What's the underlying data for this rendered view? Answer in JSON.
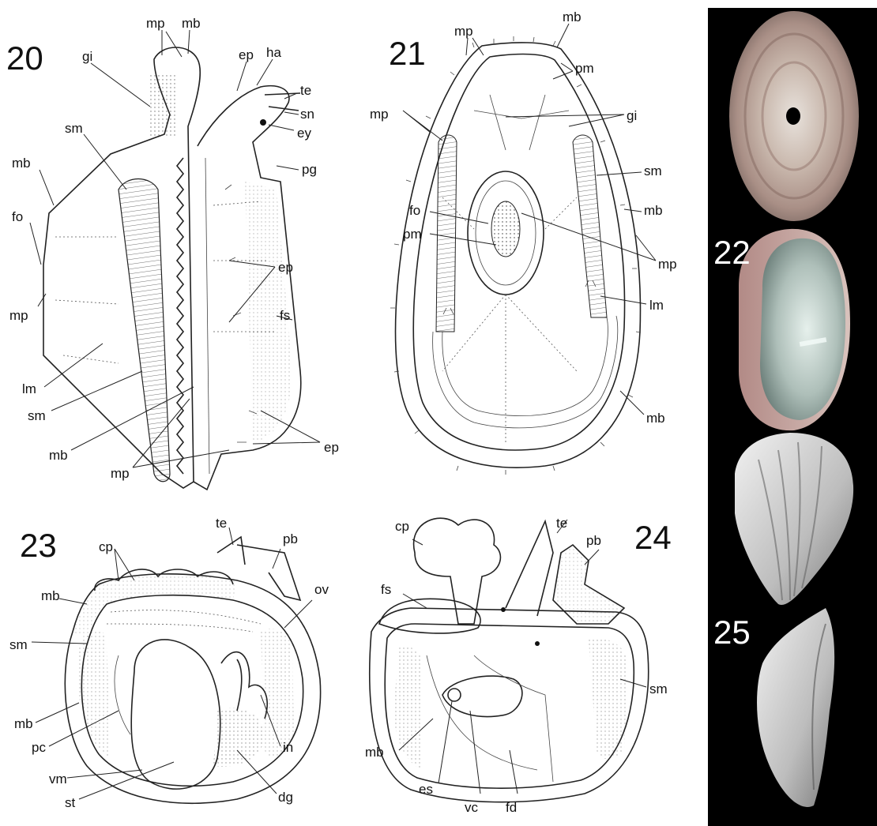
{
  "figures": {
    "fig20": {
      "number": "20",
      "labels": {
        "mp_top": "mp",
        "mb_top": "mb",
        "gi": "gi",
        "ep_top": "ep",
        "ha": "ha",
        "te": "te",
        "sn": "sn",
        "ey": "ey",
        "pg": "pg",
        "sm_upper": "sm",
        "mb_left": "mb",
        "fo": "fo",
        "ep_mid": "ep",
        "fs": "fs",
        "mp_left": "mp",
        "lm": "lm",
        "sm_lower": "sm",
        "mb_lower": "mb",
        "mp_bottom": "mp",
        "ep_bottom": "ep"
      }
    },
    "fig21": {
      "number": "21",
      "labels": {
        "mp_top": "mp",
        "mb_top": "mb",
        "pm_top": "pm",
        "mp_left": "mp",
        "gi": "gi",
        "sm": "sm",
        "mb_right": "mb",
        "fo": "fo",
        "pm_mid": "pm",
        "mp_right": "mp",
        "lm": "lm",
        "mb_bottom": "mb"
      }
    },
    "fig22": {
      "number": "22"
    },
    "fig23": {
      "number": "23",
      "labels": {
        "cp": "cp",
        "te": "te",
        "pb": "pb",
        "mb_top": "mb",
        "ov": "ov",
        "sm": "sm",
        "mb_bottom": "mb",
        "pc": "pc",
        "in": "in",
        "vm": "vm",
        "st": "st",
        "dg": "dg"
      }
    },
    "fig24": {
      "number": "24",
      "labels": {
        "cp": "cp",
        "te": "te",
        "pb": "pb",
        "fs": "fs",
        "sm": "sm",
        "mb": "mb",
        "es": "es",
        "vc": "vc",
        "fd": "fd"
      }
    },
    "fig25": {
      "number": "25"
    }
  }
}
